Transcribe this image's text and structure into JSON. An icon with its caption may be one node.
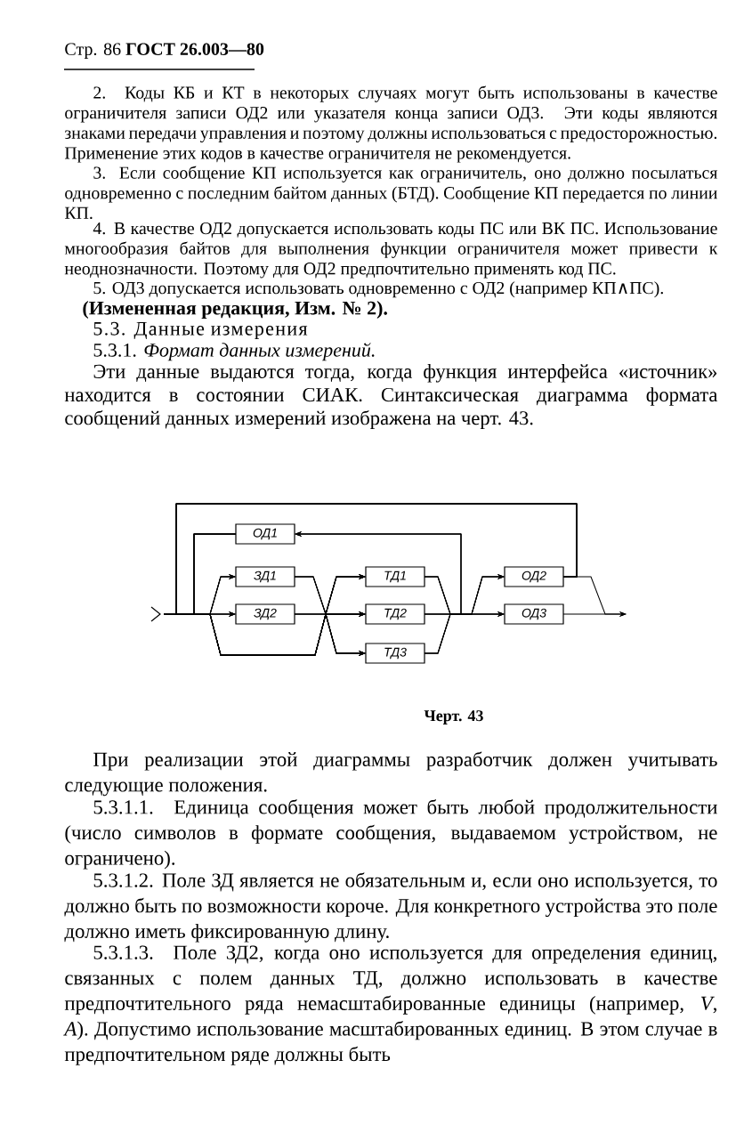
{
  "diagram": {
    "caption": "Черт. 43",
    "nodes": [
      {
        "text": [
          "ОД1"
        ]
      },
      {
        "text": [
          "ЗД1"
        ]
      },
      {
        "text": [
          "ЗД2"
        ]
      },
      {
        "text": [
          "ТД1"
        ]
      },
      {
        "text": [
          "ТД2"
        ]
      },
      {
        "text": [
          "ТД3"
        ]
      },
      {
        "text": [
          "ОД2"
        ]
      },
      {
        "text": [
          "ОД3"
        ]
      }
    ],
    "edges": [
      {
        "from": null,
        "to": 1,
        "arrow": "to"
      },
      {
        "from": null,
        "to": 2,
        "arrow": "to"
      },
      {
        "from": null,
        "to": 3,
        "arrow": "to"
      },
      {
        "from": null,
        "to": 4,
        "arrow": "to"
      },
      {
        "from": null,
        "to": 5,
        "arrow": "to"
      },
      {
        "from": 1,
        "to": 3,
        "arrow": "to"
      },
      {
        "from": 1,
        "to": 4,
        "arrow": "to"
      },
      {
        "from": 1,
        "to": 5,
        "arrow": "to"
      },
      {
        "from": 2,
        "to": 3,
        "arrow": "to"
      },
      {
        "from": 2,
        "to": 4,
        "arrow": "to"
      },
      {
        "from": 2,
        "to": 5,
        "arrow": "to"
      },
      {
        "from": 3,
        "to": 6,
        "arrow": "to"
      },
      {
        "from": 3,
        "to": 7,
        "arrow": "to"
      },
      {
        "from": 4,
        "to": 6,
        "arrow": "to"
      },
      {
        "from": 4,
        "to": 7,
        "arrow": "to"
      },
      {
        "from": 5,
        "to": 6,
        "arrow": "to"
      },
      {
        "from": 5,
        "to": 7,
        "arrow": "to"
      },
      {
        "from": 3,
        "to": 0,
        "arrow": "to"
      },
      {
        "from": 4,
        "to": 0,
        "arrow": "to"
      },
      {
        "from": 5,
        "to": 0,
        "arrow": "to"
      },
      {
        "from": 0,
        "to": 1,
        "arrow": "to"
      },
      {
        "from": 0,
        "to": 2,
        "arrow": "to"
      },
      {
        "from": 0,
        "to": 3,
        "arrow": "to"
      },
      {
        "from": 0,
        "to": 4,
        "arrow": "to"
      },
      {
        "from": 0,
        "to": 5,
        "arrow": "to"
      },
      {
        "from": 6,
        "to": 1,
        "arrow": "to"
      },
      {
        "from": 6,
        "to": 2,
        "arrow": "to"
      },
      {
        "from": 6,
        "to": 3,
        "arrow": "to"
      },
      {
        "from": 6,
        "to": 4,
        "arrow": "to"
      },
      {
        "from": 6,
        "to": 5,
        "arrow": "to"
      },
      {
        "from": 6,
        "to": null,
        "arrow": "to"
      },
      {
        "from": 7,
        "to": null,
        "arrow": "to"
      }
    ],
    "labels": [
      "Стр. 86 **ГОСТ 26.003—80**",
      "2. Коды КБ и КТ в некоторых случаях могут быть использованы в качестве ограничителя записи ОД2 или указателя конца записи ОД3. Эти коды являются знаками передачи управления и поэтому должны использоваться с предосторожностью. Применение этих кодов в качестве ограничителя не рекомендуется.",
      "3. Если сообщение КП используется как ограничитель, оно должно посылаться одновременно с последним байтом данных (БТД). Сообщение КП передается по линии КП.",
      "4. В качестве ОД2 допускается использовать коды ПС или ВК ПС. Использование многообразия байтов для выполнения функции ограничителя может привести к неоднозначности. Поэтому для ОД2 предпочтительно применять код ПС.",
      "5. ОД3 допускается использовать одновременно с ОД2 (например КП∧ПС).",
      "(Измененная редакция, Изм. № 2).",
      "5.3. Данные измерения",
      "5.3.1. *Формат данных измерений.*",
      "Эти данные выдаются тогда, когда функция интерфейса «источник» находится в состоянии СИАК. Синтаксическая диаграмма формата сообщений данных измерений изображена на черт. 43.",
      "При реализации этой диаграммы разработчик должен учитывать следующие положения.",
      "5.3.1.1. Единица сообщения может быть любой продолжительности (число символов в формате сообщения, выдаваемом устройством, не ограничено).",
      "5.3.1.2. Поле ЗД является не обязательным и, если оно используется, то должно быть по возможности короче. Для конкретного устройства это поле должно иметь фиксированную длину.",
      "5.3.1.3. Поле ЗД2, когда оно используется для определения единиц, связанных с полем данных ТД, должно использовать в качестве предпочтительного ряда немасштабированные единицы (например, *V*, *A*). Допустимо использование масштабированных единиц. В этом случае в предпочтительном ряде должны быть"
    ]
  }
}
